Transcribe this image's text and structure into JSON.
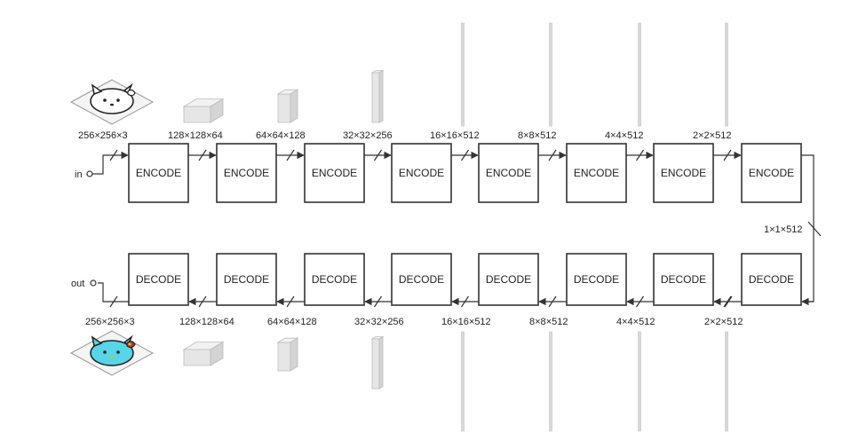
{
  "diagram": {
    "input_label": "in",
    "output_label": "out",
    "bottleneck_label": "1×1×512",
    "encoders": [
      {
        "label": "ENCODE",
        "in_dim": "256×256×3"
      },
      {
        "label": "ENCODE",
        "in_dim": "128×128×64"
      },
      {
        "label": "ENCODE",
        "in_dim": "64×64×128"
      },
      {
        "label": "ENCODE",
        "in_dim": "32×32×256"
      },
      {
        "label": "ENCODE",
        "in_dim": "16×16×512"
      },
      {
        "label": "ENCODE",
        "in_dim": "8×8×512"
      },
      {
        "label": "ENCODE",
        "in_dim": "4×4×512"
      },
      {
        "label": "ENCODE",
        "in_dim": "2×2×512"
      }
    ],
    "decoders": [
      {
        "label": "DECODE",
        "out_dim": "256×256×3"
      },
      {
        "label": "DECODE",
        "out_dim": "128×128×64"
      },
      {
        "label": "DECODE",
        "out_dim": "64×64×128"
      },
      {
        "label": "DECODE",
        "out_dim": "32×32×256"
      },
      {
        "label": "DECODE",
        "out_dim": "16×16×512"
      },
      {
        "label": "DECODE",
        "out_dim": "8×8×512"
      },
      {
        "label": "DECODE",
        "out_dim": "4×4×512"
      },
      {
        "label": "DECODE",
        "out_dim": "2×2×512"
      }
    ],
    "input_image": "hello-kitty-sketch",
    "output_image": "hello-kitty-colored",
    "colors": {
      "line": "#333333",
      "volume_top": "#f2f2f2",
      "volume_side": "#d4d4d4",
      "kitty_fill": "#56d6e8",
      "bow": "#c0392b"
    }
  }
}
